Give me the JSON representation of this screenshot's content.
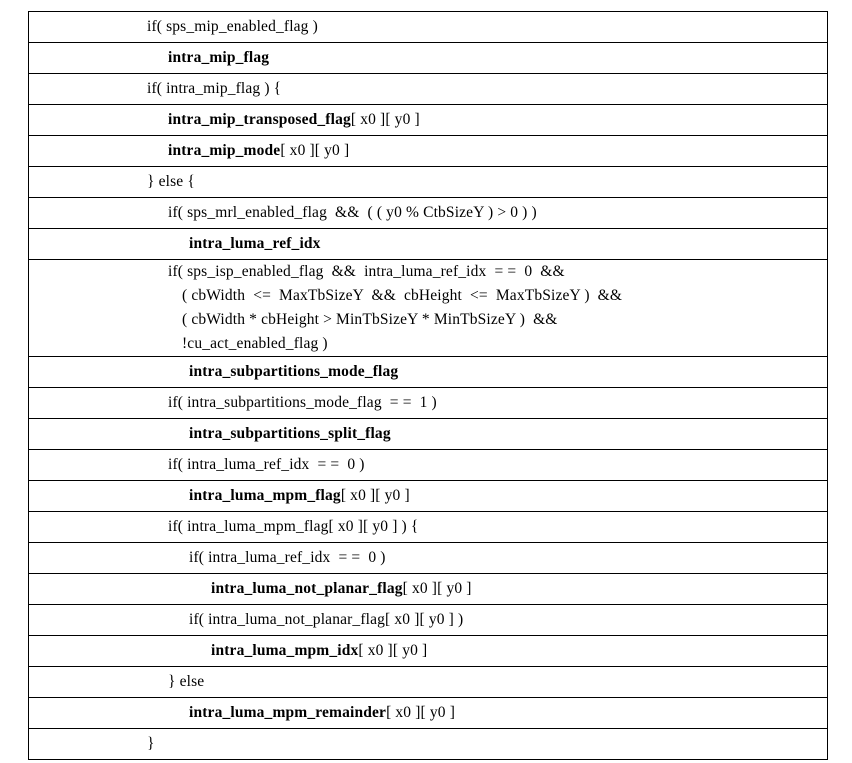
{
  "document": {
    "type": "syntax-specification-table",
    "title": "Intra luma prediction mode coding syntax",
    "border_color": "#000000",
    "background_color": "#ffffff",
    "text_color": "#000000"
  },
  "rows": [
    {
      "id": "row-1",
      "indent": 0,
      "multiline": false,
      "segments": [
        {
          "text": "if( sps_mip_enabled_flag )",
          "bold": false
        }
      ]
    },
    {
      "id": "row-2",
      "indent": 1,
      "multiline": false,
      "segments": [
        {
          "text": "intra_mip_flag",
          "bold": true
        }
      ]
    },
    {
      "id": "row-3",
      "indent": 0,
      "multiline": false,
      "segments": [
        {
          "text": "if( intra_mip_flag ) {",
          "bold": false
        }
      ]
    },
    {
      "id": "row-4",
      "indent": 1,
      "multiline": false,
      "segments": [
        {
          "text": "intra_mip_transposed_flag",
          "bold": true
        },
        {
          "text": "[ x0 ][ y0 ]",
          "bold": false
        }
      ]
    },
    {
      "id": "row-5",
      "indent": 1,
      "multiline": false,
      "segments": [
        {
          "text": "intra_mip_mode",
          "bold": true
        },
        {
          "text": "[ x0 ][ y0 ]",
          "bold": false
        }
      ]
    },
    {
      "id": "row-6",
      "indent": 0,
      "multiline": false,
      "segments": [
        {
          "text": "} else {",
          "bold": false
        }
      ]
    },
    {
      "id": "row-7",
      "indent": 1,
      "multiline": false,
      "segments": [
        {
          "text": "if( sps_mrl_enabled_flag  &&  ( ( y0 % CtbSizeY ) > 0 ) )",
          "bold": false
        }
      ]
    },
    {
      "id": "row-8",
      "indent": 2,
      "multiline": false,
      "segments": [
        {
          "text": "intra_luma_ref_idx",
          "bold": true
        }
      ]
    },
    {
      "id": "row-9",
      "indent": 1,
      "multiline": true,
      "lines": [
        "if( sps_isp_enabled_flag  &&  intra_luma_ref_idx  = =  0  &&",
        "( cbWidth  <=  MaxTbSizeY  &&  cbHeight  <=  MaxTbSizeY )  &&",
        "( cbWidth * cbHeight > MinTbSizeY * MinTbSizeY )  &&",
        "!cu_act_enabled_flag )"
      ]
    },
    {
      "id": "row-10",
      "indent": 2,
      "multiline": false,
      "segments": [
        {
          "text": "intra_subpartitions_mode_flag",
          "bold": true
        }
      ]
    },
    {
      "id": "row-11",
      "indent": 1,
      "multiline": false,
      "segments": [
        {
          "text": "if( intra_subpartitions_mode_flag  = =  1 )",
          "bold": false
        }
      ]
    },
    {
      "id": "row-12",
      "indent": 2,
      "multiline": false,
      "segments": [
        {
          "text": "intra_subpartitions_split_flag",
          "bold": true
        }
      ]
    },
    {
      "id": "row-13",
      "indent": 1,
      "multiline": false,
      "segments": [
        {
          "text": "if( intra_luma_ref_idx  = =  0 )",
          "bold": false
        }
      ]
    },
    {
      "id": "row-14",
      "indent": 2,
      "multiline": false,
      "segments": [
        {
          "text": "intra_luma_mpm_flag",
          "bold": true
        },
        {
          "text": "[ x0 ][ y0 ]",
          "bold": false
        }
      ]
    },
    {
      "id": "row-15",
      "indent": 1,
      "multiline": false,
      "segments": [
        {
          "text": "if( intra_luma_mpm_flag[ x0 ][ y0 ] ) {",
          "bold": false
        }
      ]
    },
    {
      "id": "row-16",
      "indent": 2,
      "multiline": false,
      "segments": [
        {
          "text": "if( intra_luma_ref_idx  = =  0 )",
          "bold": false
        }
      ]
    },
    {
      "id": "row-17",
      "indent": 3,
      "multiline": false,
      "segments": [
        {
          "text": "intra_luma_not_planar_flag",
          "bold": true
        },
        {
          "text": "[ x0 ][ y0 ]",
          "bold": false
        }
      ]
    },
    {
      "id": "row-18",
      "indent": 2,
      "multiline": false,
      "segments": [
        {
          "text": "if( intra_luma_not_planar_flag[ x0 ][ y0 ] )",
          "bold": false
        }
      ]
    },
    {
      "id": "row-19",
      "indent": 3,
      "multiline": false,
      "segments": [
        {
          "text": "intra_luma_mpm_idx",
          "bold": true
        },
        {
          "text": "[ x0 ][ y0 ]",
          "bold": false
        }
      ]
    },
    {
      "id": "row-20",
      "indent": 1,
      "multiline": false,
      "segments": [
        {
          "text": "} else",
          "bold": false
        }
      ]
    },
    {
      "id": "row-21",
      "indent": 2,
      "multiline": false,
      "segments": [
        {
          "text": "intra_luma_mpm_remainder",
          "bold": true
        },
        {
          "text": "[ x0 ][ y0 ]",
          "bold": false
        }
      ]
    },
    {
      "id": "row-22",
      "indent": 0,
      "multiline": false,
      "last": true,
      "segments": [
        {
          "text": "}",
          "bold": false
        }
      ]
    }
  ]
}
